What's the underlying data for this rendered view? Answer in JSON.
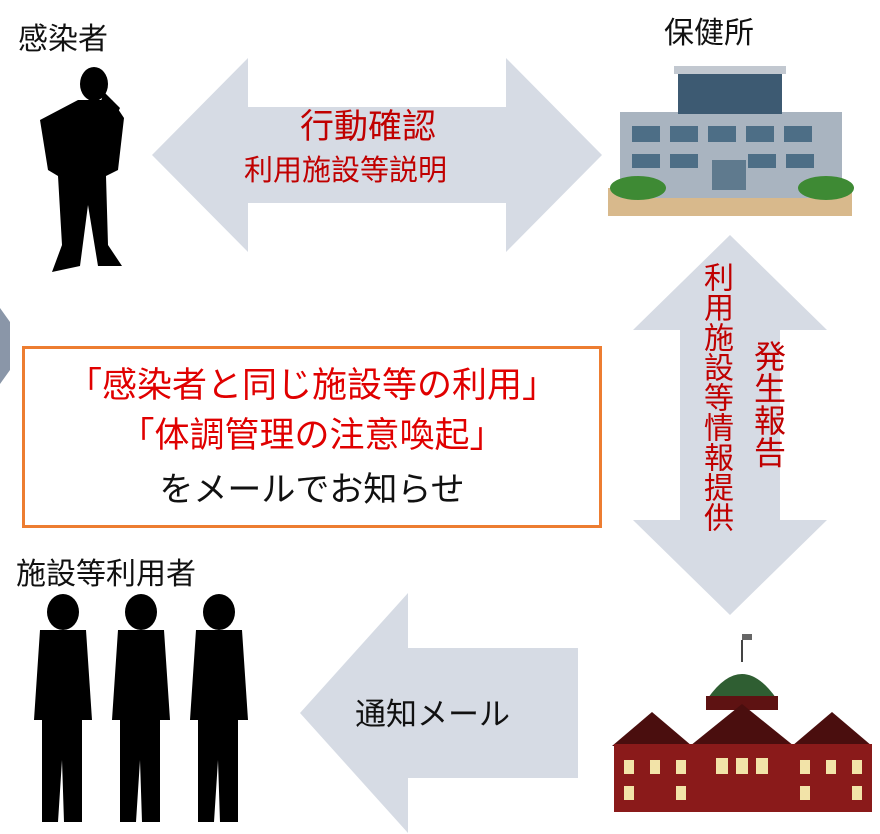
{
  "nodes": {
    "infected": "感染者",
    "health_center": "保健所",
    "facility_users": "施設等利用者"
  },
  "arrows": {
    "top_line1": "行動確認",
    "top_line2": "利用施設等説明",
    "right_col1": "利用施設等情報提供",
    "right_col2": "発生報告",
    "bottom": "通知メール"
  },
  "notice": {
    "line1": "「感染者と同じ施設等の利用」",
    "line2": "「体調管理の注意喚起」",
    "line3": "をメールでお知らせ"
  },
  "colors": {
    "arrow_fill": "#d6dbe4",
    "red_text": "#c00000",
    "notice_border": "#ed7d31"
  }
}
